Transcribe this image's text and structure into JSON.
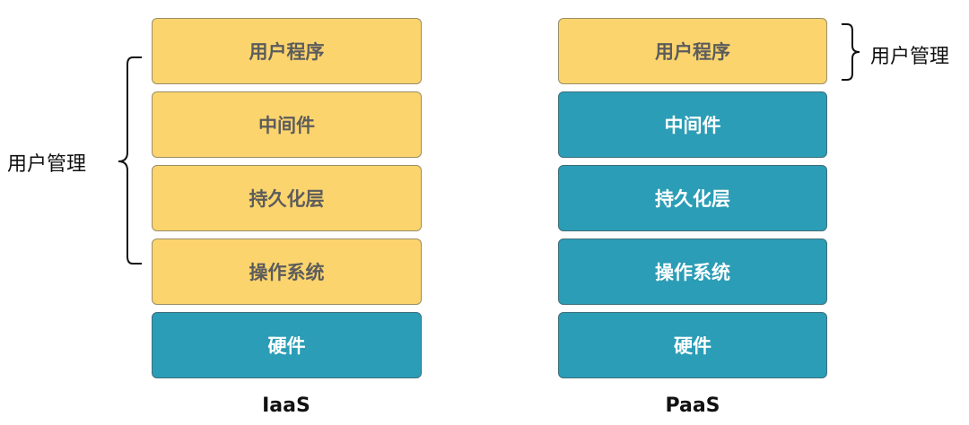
{
  "iaas": {
    "label": "IaaS",
    "layers": [
      {
        "name": "用户程序",
        "owner": "user"
      },
      {
        "name": "中间件",
        "owner": "user"
      },
      {
        "name": "持久化层",
        "owner": "user"
      },
      {
        "name": "操作系统",
        "owner": "user"
      },
      {
        "name": "硬件",
        "owner": "vendor"
      }
    ],
    "bracket_label": "用户管理"
  },
  "paas": {
    "label": "PaaS",
    "layers": [
      {
        "name": "用户程序",
        "owner": "user"
      },
      {
        "name": "中间件",
        "owner": "vendor"
      },
      {
        "name": "持久化层",
        "owner": "vendor"
      },
      {
        "name": "操作系统",
        "owner": "vendor"
      },
      {
        "name": "硬件",
        "owner": "vendor"
      }
    ],
    "bracket_label": "用户管理"
  },
  "colors": {
    "user": "#FBD46D",
    "vendor": "#2B9DB6"
  }
}
